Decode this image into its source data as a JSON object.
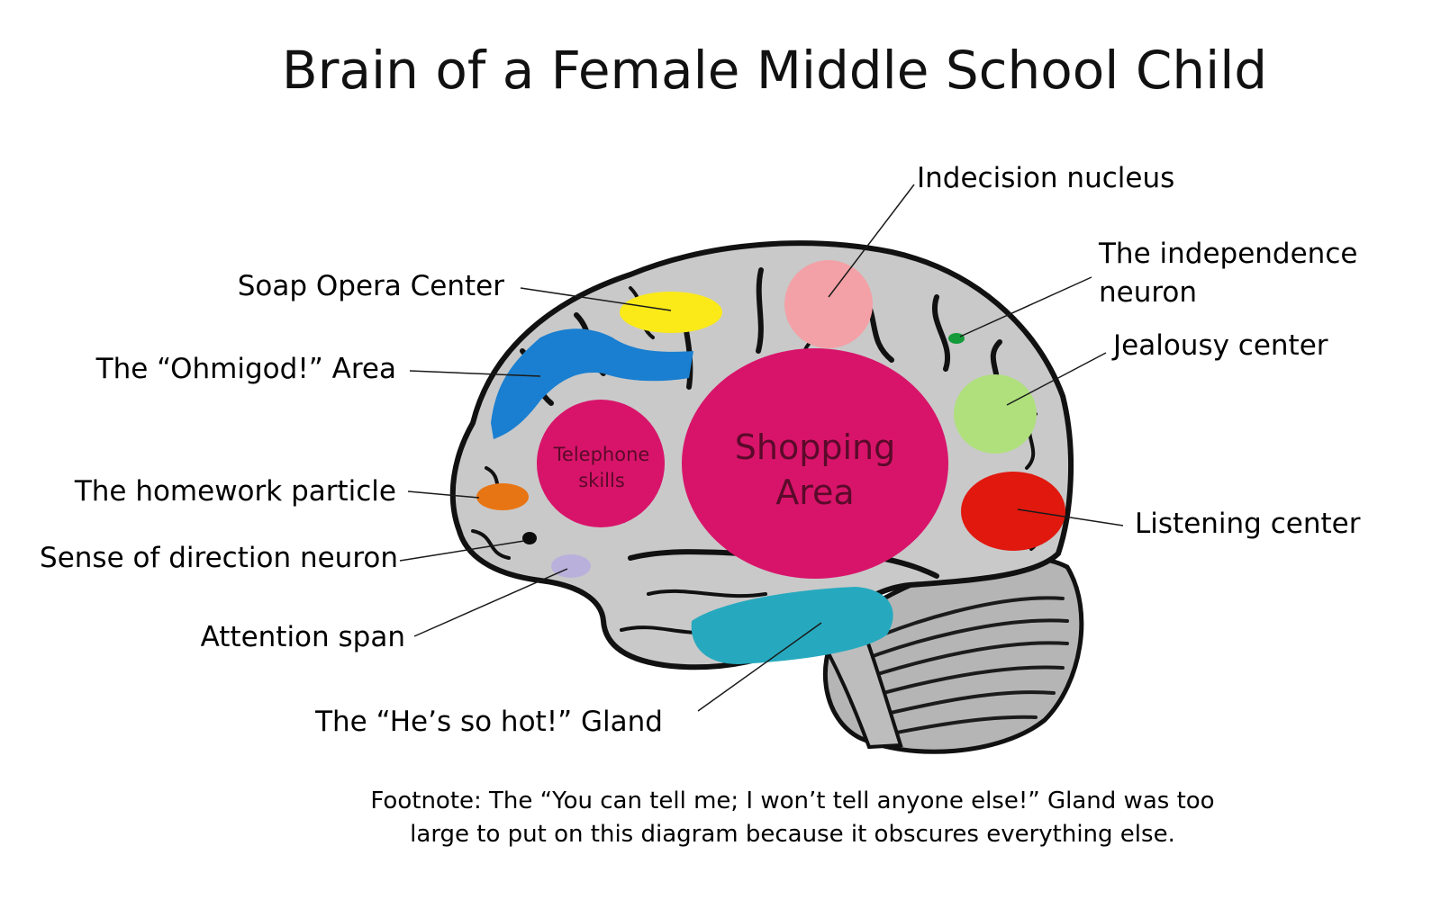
{
  "title": "Brain of a Female Middle School Child",
  "regions": {
    "soap_opera": {
      "label": "Soap Opera Center",
      "color": "#fbea18"
    },
    "ohmigod": {
      "label": "The “Ohmigod!” Area",
      "color": "#1a7fd0"
    },
    "homework": {
      "label": "The homework particle",
      "color": "#e87514"
    },
    "direction": {
      "label": "Sense of direction neuron",
      "color": "#0c0c0c"
    },
    "attention": {
      "label": "Attention span",
      "color": "#bab0dc"
    },
    "hes_so_hot": {
      "label": "The “He’s so hot!” Gland",
      "color": "#26a9bf"
    },
    "indecision": {
      "label": "Indecision nucleus",
      "color": "#f3a1a6"
    },
    "independence": {
      "label_line1": "The independence",
      "label_line2": "neuron",
      "color": "#149a3a"
    },
    "jealousy": {
      "label": "Jealousy center",
      "color": "#afe07c"
    },
    "listening": {
      "label": "Listening center",
      "color": "#e0180e"
    },
    "telephone": {
      "label_line1": "Telephone",
      "label_line2": "skills",
      "color": "#d8146a"
    },
    "shopping": {
      "label_line1": "Shopping",
      "label_line2": "Area",
      "color": "#d8146a"
    }
  },
  "footnote": {
    "line1": "Footnote: The “You can tell me; I won’t tell anyone else!” Gland was too",
    "line2": "large to put on this diagram because it obscures everything else."
  },
  "colors": {
    "brain": "#c9c9c9",
    "outline": "#111111",
    "inner_text": "#5a0a2a"
  }
}
